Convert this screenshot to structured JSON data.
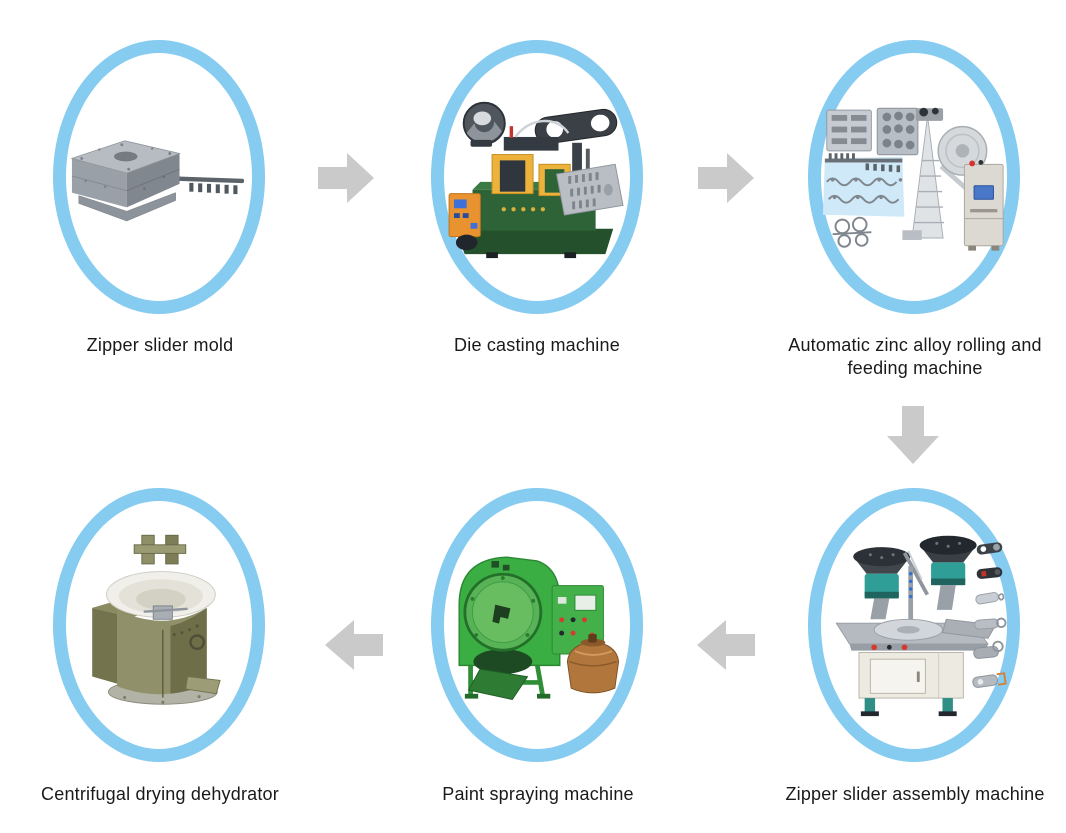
{
  "theme": {
    "background": "#ffffff",
    "ring_color": "#86cbf0",
    "arrow_color": "#cacaca",
    "label_color": "#1a1a1a"
  },
  "steps": [
    {
      "name": "zipper-slider-mold",
      "label": "Zipper slider mold",
      "image": "zipper-slider-mold-photo"
    },
    {
      "name": "die-casting-machine",
      "label": "Die casting machine",
      "image": "die-casting-machine-photo"
    },
    {
      "name": "automatic-zinc-alloy-rolling-and-feeding-machine",
      "label": "Automatic zinc alloy rolling and feeding machine",
      "image": "rolling-and-feeding-machine-photo"
    },
    {
      "name": "zipper-slider-assembly-machine",
      "label": "Zipper slider assembly machine",
      "image": "zipper-slider-assembly-machine-photo"
    },
    {
      "name": "paint-spraying-machine",
      "label": "Paint spraying machine",
      "image": "paint-spraying-machine-photo"
    },
    {
      "name": "centrifugal-drying-dehydrator",
      "label": "Centrifugal drying dehydrator",
      "image": "centrifugal-drying-dehydrator-photo"
    }
  ],
  "flow": {
    "order": [
      "Zipper slider mold",
      "Die casting machine",
      "Automatic zinc alloy rolling and feeding machine",
      "Zipper slider assembly machine",
      "Paint spraying machine",
      "Centrifugal drying dehydrator"
    ],
    "arrows": [
      {
        "name": "arrow-mold-to-die-casting",
        "direction": "right"
      },
      {
        "name": "arrow-die-casting-to-rolling",
        "direction": "right"
      },
      {
        "name": "arrow-rolling-to-assembly",
        "direction": "down"
      },
      {
        "name": "arrow-assembly-to-paint",
        "direction": "left"
      },
      {
        "name": "arrow-paint-to-dehydrator",
        "direction": "left"
      }
    ]
  }
}
